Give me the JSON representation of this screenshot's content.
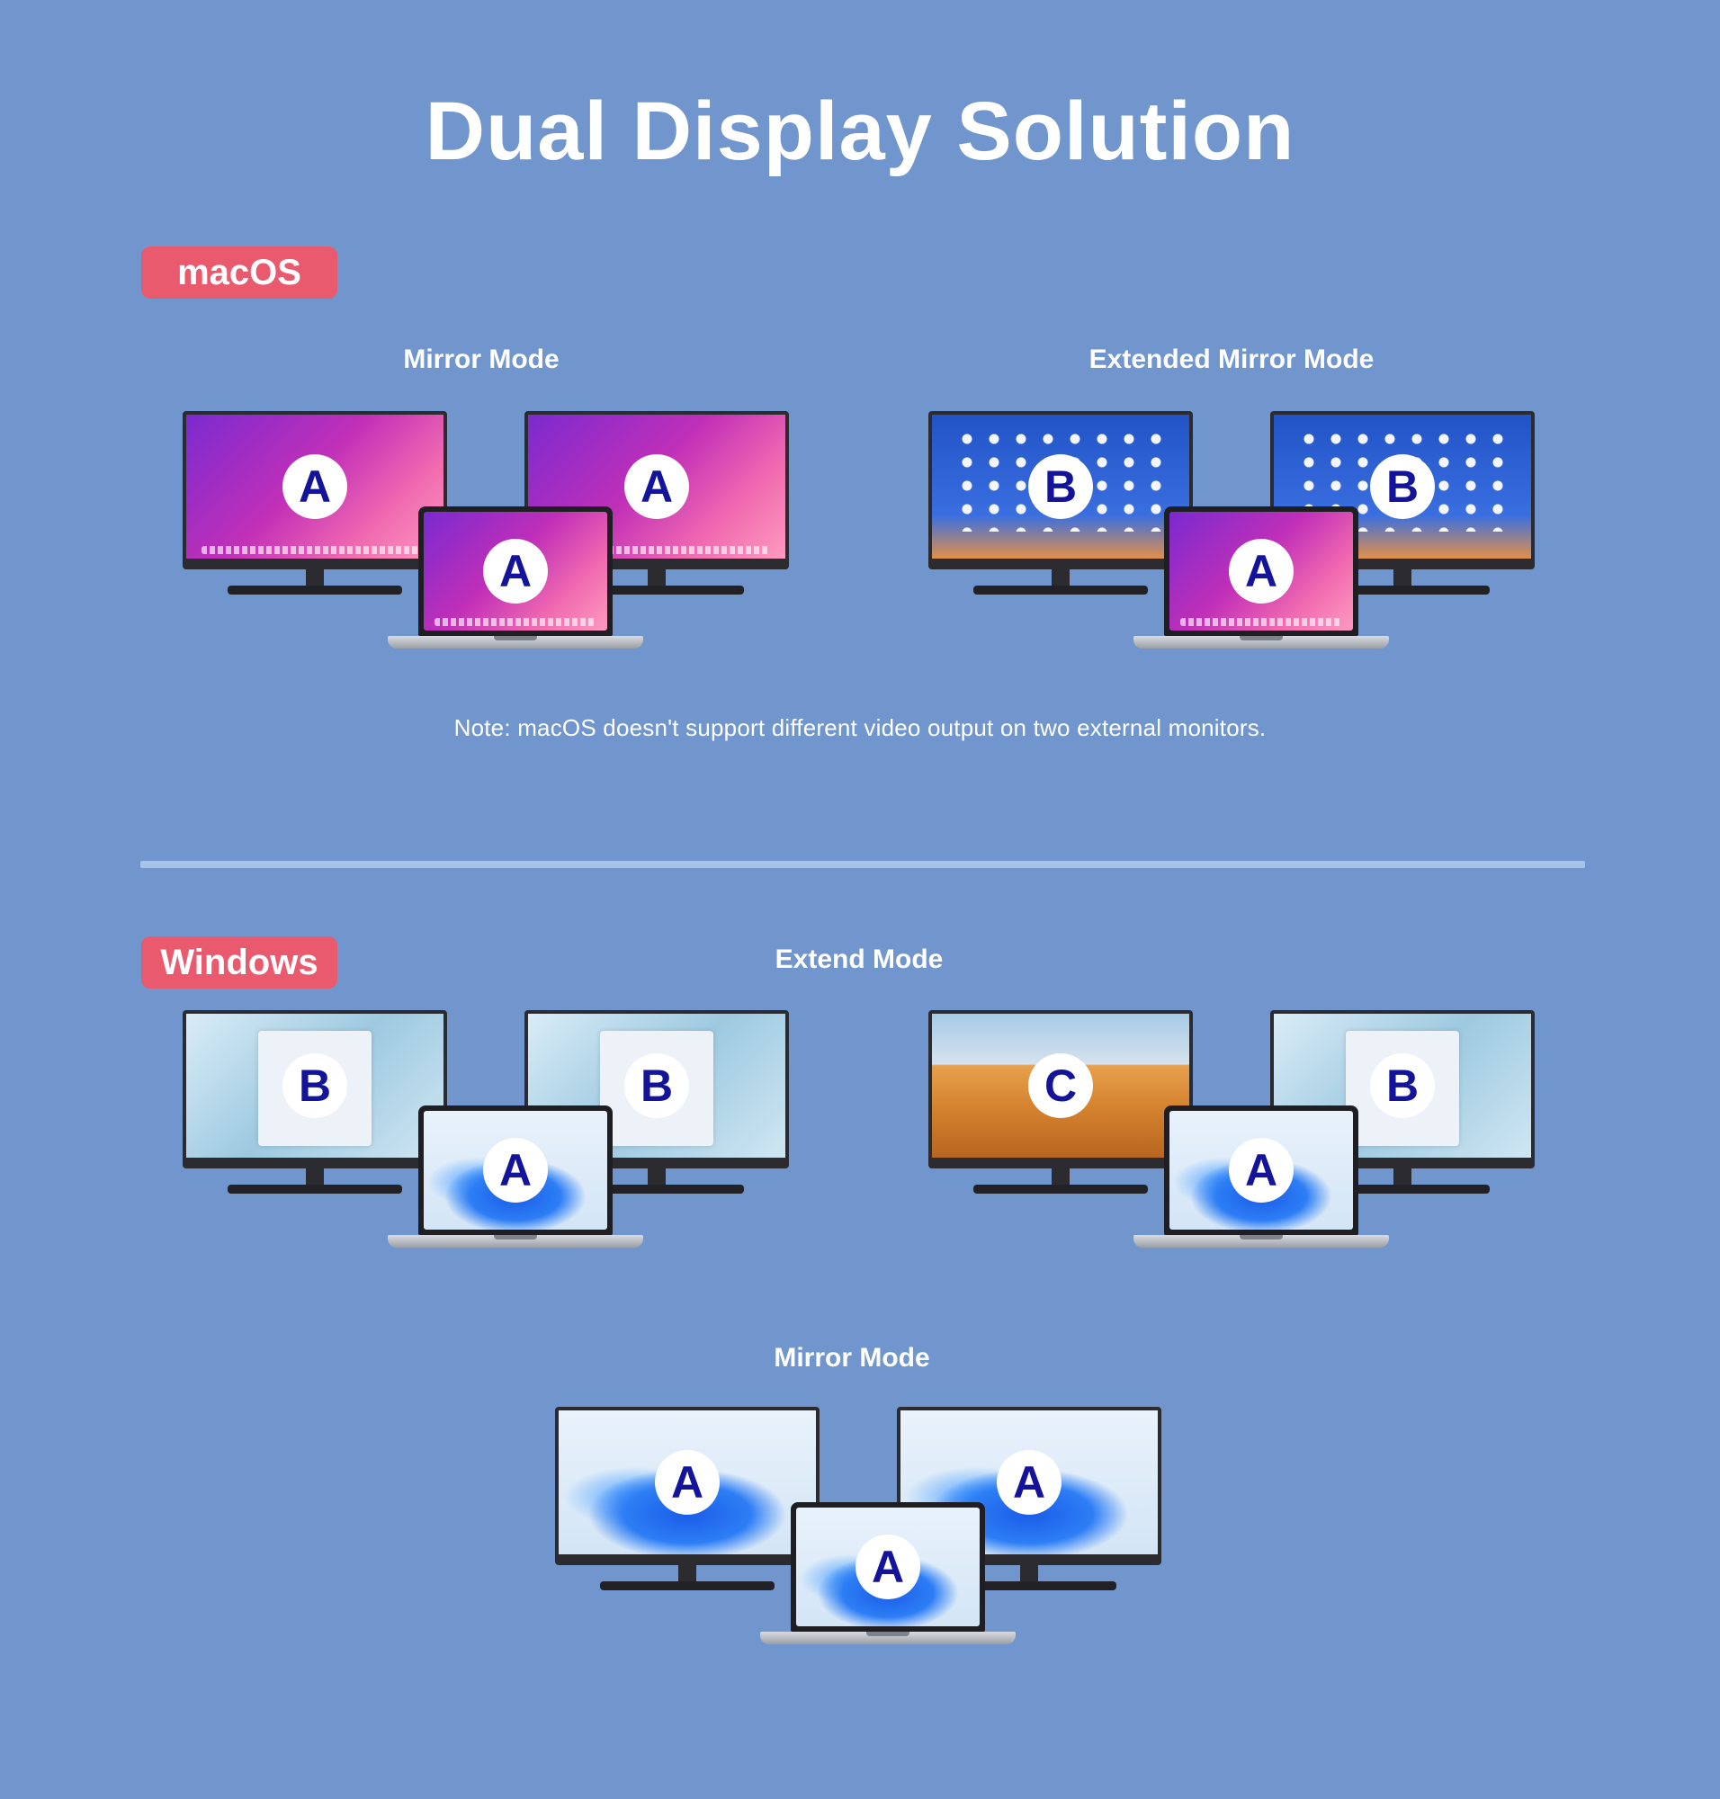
{
  "title": "Dual Display Solution",
  "sections": {
    "macos": {
      "badge": "macOS",
      "mirror_label": "Mirror Mode",
      "extended_label": "Extended Mirror Mode",
      "note": "Note: macOS doesn't support different video output on two external monitors.",
      "mirror": {
        "left": "A",
        "right": "A",
        "laptop": "A"
      },
      "extended": {
        "left": "B",
        "right": "B",
        "laptop": "A"
      }
    },
    "windows": {
      "badge": "Windows",
      "extend_label": "Extend Mode",
      "mirror_label": "Mirror Mode",
      "extend_1": {
        "left": "B",
        "right": "B",
        "laptop": "A"
      },
      "extend_2": {
        "left": "C",
        "right": "B",
        "laptop": "A"
      },
      "mirror": {
        "left": "A",
        "right": "A",
        "laptop": "A"
      }
    }
  },
  "colors": {
    "background": "#7196cd",
    "badge": "#e95a6e",
    "circle_text": "#14149a"
  }
}
